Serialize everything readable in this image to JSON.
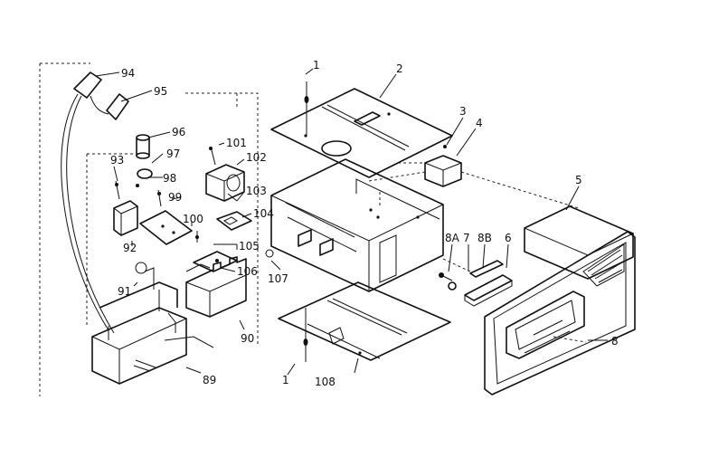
{
  "diagram": {
    "callouts": [
      {
        "id": "c1a",
        "label": "1"
      },
      {
        "id": "c2",
        "label": "2"
      },
      {
        "id": "c3",
        "label": "3"
      },
      {
        "id": "c4",
        "label": "4"
      },
      {
        "id": "c5",
        "label": "5"
      },
      {
        "id": "c6",
        "label": "6"
      },
      {
        "id": "c7",
        "label": "7"
      },
      {
        "id": "c8",
        "label": "8"
      },
      {
        "id": "c8a",
        "label": "8A"
      },
      {
        "id": "c8b",
        "label": "8B"
      },
      {
        "id": "c89",
        "label": "89"
      },
      {
        "id": "c90",
        "label": "90"
      },
      {
        "id": "c91",
        "label": "91"
      },
      {
        "id": "c92",
        "label": "92"
      },
      {
        "id": "c93",
        "label": "93"
      },
      {
        "id": "c94",
        "label": "94"
      },
      {
        "id": "c95",
        "label": "95"
      },
      {
        "id": "c96",
        "label": "96"
      },
      {
        "id": "c97",
        "label": "97"
      },
      {
        "id": "c98",
        "label": "98"
      },
      {
        "id": "c99",
        "label": "99"
      },
      {
        "id": "c100",
        "label": "100"
      },
      {
        "id": "c101",
        "label": "101"
      },
      {
        "id": "c102",
        "label": "102"
      },
      {
        "id": "c103",
        "label": "103"
      },
      {
        "id": "c104",
        "label": "104"
      },
      {
        "id": "c105",
        "label": "105"
      },
      {
        "id": "c106",
        "label": "106"
      },
      {
        "id": "c107",
        "label": "107"
      },
      {
        "id": "c108",
        "label": "108"
      },
      {
        "id": "c1b",
        "label": "1"
      }
    ]
  }
}
